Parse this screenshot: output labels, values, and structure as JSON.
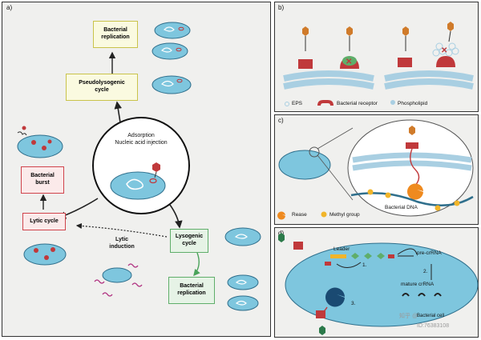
{
  "panels": {
    "a": {
      "label": "a)"
    },
    "b": {
      "label": "b)"
    },
    "c": {
      "label": "c)"
    },
    "d": {
      "label": "d)"
    }
  },
  "panel_a": {
    "bacterial_replication_top": "Bacterial\nreplication",
    "pseudolysogenic_cycle": "Pseudolysogenic\ncycle",
    "adsorption": "Adsorption\nNucleic acid injection",
    "bacterial_burst": "Bacterial\nburst",
    "lytic_cycle": "Lytic cycle",
    "lytic_induction": "Lytic\ninduction",
    "lysogenic_cycle": "Lysogenic\ncycle",
    "bacterial_replication_bottom": "Bacterial\nreplication"
  },
  "panel_b": {
    "legend_eps": "EPS",
    "legend_receptor": "Bacterial receptor",
    "legend_phospholipid": "Phospholipid"
  },
  "panel_c": {
    "bacterial_dna": "Bacterial DNA",
    "legend_rease": "Rease",
    "legend_methyl": "Methyl group"
  },
  "panel_d": {
    "leader": "Leader",
    "pre_crrna": "pre-crRNA",
    "mature_crrna": "mature crRNA",
    "step1": "1.",
    "step2": "2.",
    "step3": "3.",
    "bacterial_cell": "Bacterial cell"
  },
  "watermark": {
    "line1": "知乎 @",
    "line2": "ID:76383108"
  },
  "colors": {
    "yellow_box_border": "#c9c34a",
    "yellow_box_fill": "#fafae0",
    "red_box_border": "#d0434b",
    "red_box_fill": "#fbeaea",
    "green_box_border": "#5fae6a",
    "green_box_fill": "#e6f3e6",
    "cell_fill": "#7ec6de",
    "cell_stroke": "#2f6f8c",
    "receptor": "#c0393b",
    "phospholipid": "#a9cfe2"
  }
}
